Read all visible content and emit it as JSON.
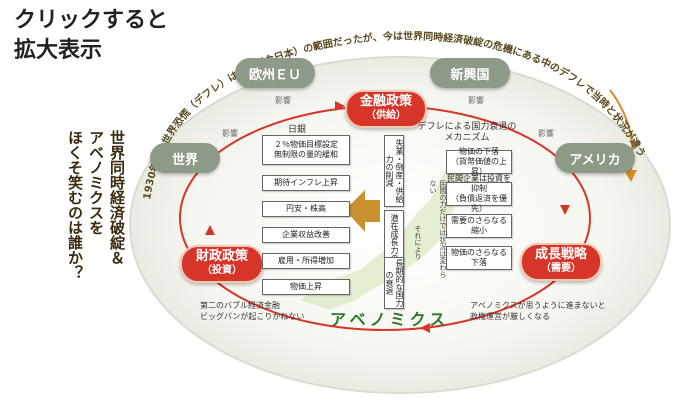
{
  "hint": {
    "line1": "クリックすると",
    "line2": "拡大表示"
  },
  "arc_caption": "1930年代の世界恐慌（デフレ）は西洋（含日本）の範囲だったが、今は世界同時経済破綻の危機にある中のデフレで当時と状況が違う",
  "left_question": [
    "世界同時経済破綻＆",
    "アベノミクスを",
    "ほくそ笑むのは誰か？"
  ],
  "nodes": {
    "eu": "欧州ＥＵ",
    "emerging": "新興国",
    "world": "世界",
    "america": "アメリカ",
    "monetary": {
      "title": "金融政策",
      "sub": "（供給）"
    },
    "fiscal": {
      "title": "財政政策",
      "sub": "（投資）"
    },
    "growth": {
      "title": "成長戦略",
      "sub": "（需要）"
    }
  },
  "influence_label": "影響",
  "boj": {
    "title": "日銀",
    "steps": [
      "２％物価目標設定\n無制限の量的緩和",
      "期待インフレ上昇",
      "円安・株高",
      "企業収益改善",
      "雇用・所得増加",
      "物価上昇"
    ]
  },
  "mid_columns": [
    "失業・倒産・供給力の削減",
    "潜在成長力の低下",
    "長期的な国力の衰退"
  ],
  "deflation": {
    "title": "デフレによる国力衰退の\nメカニズム",
    "side_label": "民間の力だけでは状況は変わらない",
    "side_label2": "それにより",
    "steps": [
      "物価の下落\n（貨幣価値の上昇）",
      "民間企業は投資を抑制\n（負債返済を優先）",
      "需要のさらなる\n縮小",
      "物価のさらなる\n下落"
    ]
  },
  "bottom": {
    "left": "第二のバブル経済金融\nビッグバンが起こりかねない",
    "center": "アベノミクス",
    "right": "アベノミクスが思うように進まないと\n政権運営が厳しくなる"
  }
}
